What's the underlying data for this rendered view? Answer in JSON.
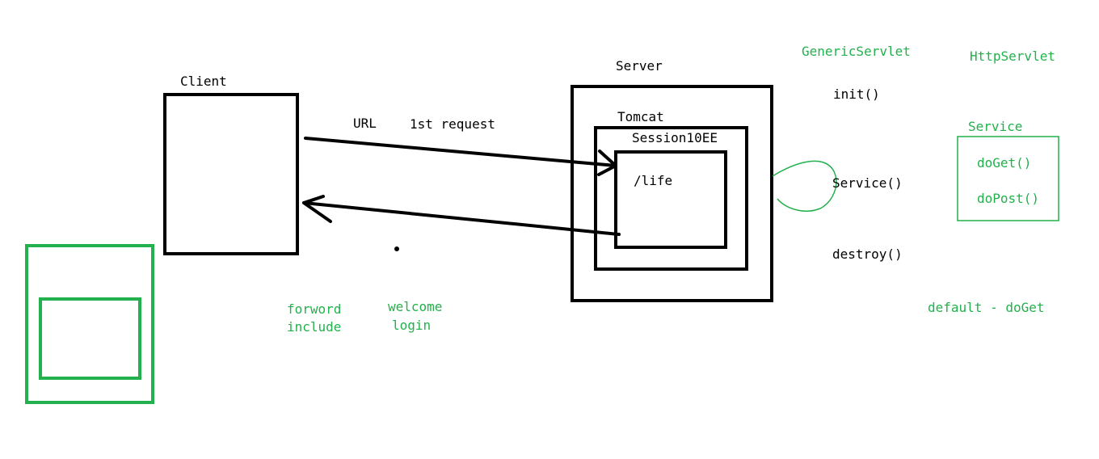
{
  "colors": {
    "ink": "#000000",
    "accent_green": "#22b14c",
    "background": "#ffffff"
  },
  "labels": {
    "client": "Client",
    "server": "Server",
    "tomcat": "Tomcat",
    "app": "Session10EE",
    "servlet_path": "/life",
    "url": "URL",
    "first_request": "1st request",
    "generic_servlet": "GenericServlet",
    "http_servlet": "HttpServlet",
    "init": "init()",
    "service_method": "Service()",
    "destroy": "destroy()",
    "service_box_title": "Service",
    "do_get": "doGet()",
    "do_post": "doPost()",
    "default_method": "default - doGet",
    "forword": "forword",
    "include": "include",
    "welcome": "welcome",
    "login": "login"
  }
}
